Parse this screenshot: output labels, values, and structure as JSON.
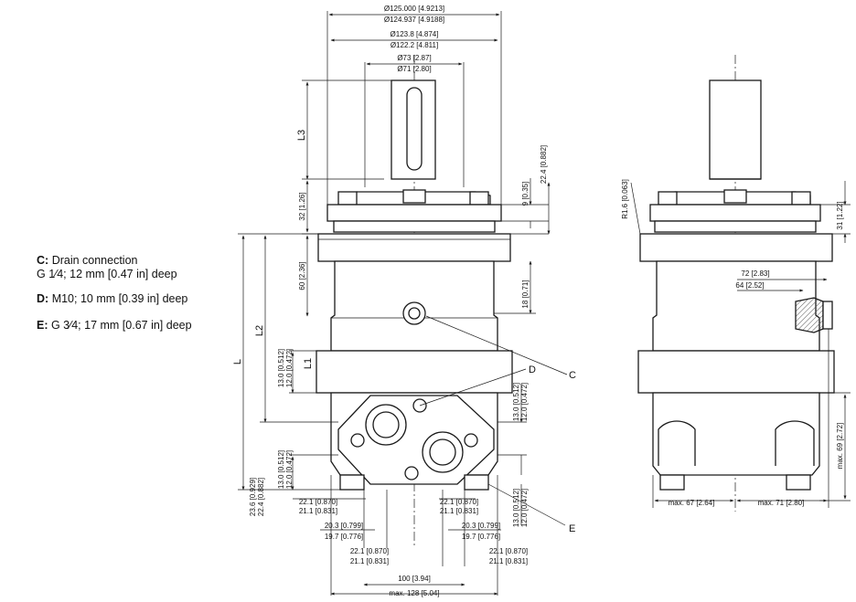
{
  "legend": {
    "c_letter": "C:",
    "c_line1": "Drain connection",
    "c_line2": "G 1⁄4; 12 mm [0.47 in] deep",
    "d_letter": "D:",
    "d_text": "M10; 10 mm [0.39 in] deep",
    "e_letter": "E:",
    "e_text": "G 3⁄4; 17 mm [0.67 in] deep"
  },
  "callouts": {
    "c": "C",
    "d": "D",
    "e": "E"
  },
  "front": {
    "dia1_a": "Ø125.000 [4.9213]",
    "dia1_b": "Ø124.937 [4.9188]",
    "dia2_a": "Ø123.8 [4.874]",
    "dia2_b": "Ø122.2 [4.811]",
    "dia3_a": "Ø73 [2.87]",
    "dia3_b": "Ø71 [2.80]",
    "l3": "L3",
    "l2": "L2",
    "l1": "L1",
    "l": "L",
    "h32": "32 [1.26]",
    "h60": "60 [2.36]",
    "h9": "9 [0.35]",
    "h224": "22.4 [0.882]",
    "h18": "18 [0.71]",
    "v130_a1": "13.0 [0.512]",
    "v120_a1": "12.0 [0.472]",
    "v130_b1": "13.0 [0.512]",
    "v120_b1": "12.0 [0.472]",
    "v130_a2": "13.0 [0.512]",
    "v120_a2": "12.0 [0.472]",
    "v130_b2": "13.0 [0.512]",
    "v120_b2": "12.0 [0.472]",
    "v236": "23.6 [0.929]",
    "v224": "22.4 [0.882]",
    "d221_a": "22.1 [0.870]",
    "d211_a": "21.1 [0.831]",
    "d221_b": "22.1 [0.870]",
    "d211_b": "21.1 [0.831]",
    "d203_a": "20.3 [0.799]",
    "d197_a": "19.7 [0.776]",
    "d203_b": "20.3 [0.799]",
    "d197_b": "19.7 [0.776]",
    "d221_c": "22.1 [0.870]",
    "d211_c": "21.1 [0.831]",
    "d221_d": "22.1 [0.870]",
    "d211_d": "21.1 [0.831]",
    "d100": "100 [3.94]",
    "dmax128": "max. 128 [5.04]"
  },
  "side": {
    "r16": "R1.6 [0.063]",
    "h31": "31 [1.22]",
    "w72": "72 [2.83]",
    "w64": "64 [2.52]",
    "hmax69": "max. 69 [2.72]",
    "wmax67": "max. 67 [2.64]",
    "wmax71": "max. 71 [2.80]"
  },
  "colors": {
    "line": "#1a1a1a",
    "body_fill": "#ffffff",
    "hatch": "#555555"
  }
}
